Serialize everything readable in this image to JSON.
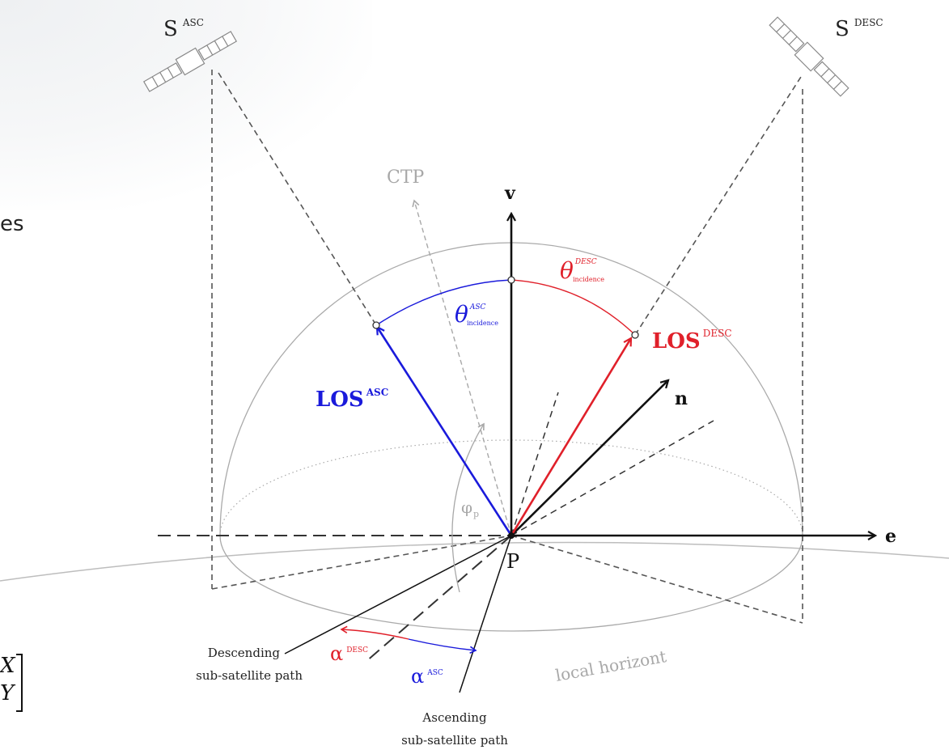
{
  "side_text": {
    "fragment": "es"
  },
  "matrix_fragment": {
    "row1": "X",
    "row2": "Y"
  },
  "satellites": {
    "asc": {
      "base": "S",
      "sup": "ASC"
    },
    "desc": {
      "base": "S",
      "sup": "DESC"
    }
  },
  "axes": {
    "vertical": "v",
    "east": "e",
    "normal": "n",
    "origin": "P"
  },
  "ctp": "CTP",
  "los": {
    "asc": {
      "base": "LOS",
      "sup": "ASC"
    },
    "desc": {
      "base": "LOS",
      "sup": "DESC"
    }
  },
  "theta": {
    "asc": {
      "base": "θ",
      "sup": "ASC",
      "sub": "incidence"
    },
    "desc": {
      "base": "θ",
      "sup": "DESC",
      "sub": "incidence"
    }
  },
  "phi": {
    "base": "φ",
    "sub": "p"
  },
  "alpha": {
    "desc": {
      "base": "α",
      "sup": "DESC"
    },
    "asc": {
      "base": "α",
      "sup": "ASC"
    }
  },
  "paths": {
    "descending": [
      "Descending",
      "sub-satellite path"
    ],
    "ascending": [
      "Ascending",
      "sub-satellite path"
    ]
  },
  "horizon_label": "local horizont",
  "colors": {
    "asc": "#1a1adb",
    "desc": "#e0202a",
    "ctp": "#a8a8a8",
    "ink": "#111111",
    "dashed": "#555555"
  }
}
